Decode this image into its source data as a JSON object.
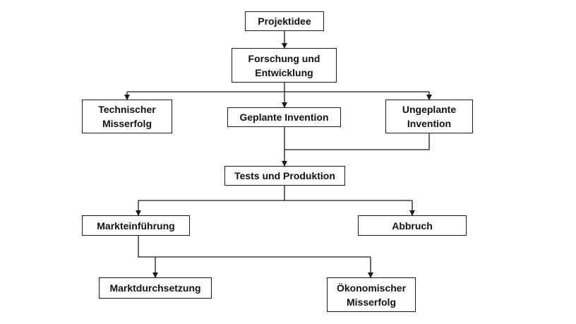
{
  "nodes": [
    {
      "id": "projektidee",
      "label": "Projektidee"
    },
    {
      "id": "forschung",
      "label": "Forschung und\nEntwicklung"
    },
    {
      "id": "technischer",
      "label": "Technischer\nMisserfolg"
    },
    {
      "id": "geplante",
      "label": "Geplante Invention"
    },
    {
      "id": "ungeplante",
      "label": "Ungeplante\nInvention"
    },
    {
      "id": "tests",
      "label": "Tests und Produktion"
    },
    {
      "id": "markteinfuehrung",
      "label": "Markteinführung"
    },
    {
      "id": "abbruch",
      "label": "Abbruch"
    },
    {
      "id": "marktdurchsetzung",
      "label": "Marktdurchsetzung"
    },
    {
      "id": "oekonomischer",
      "label": "Ökonomischer\nMisserfolg"
    }
  ],
  "edges": [
    {
      "from": "projektidee",
      "to": "forschung"
    },
    {
      "from": "forschung",
      "to": "technischer"
    },
    {
      "from": "forschung",
      "to": "geplante"
    },
    {
      "from": "forschung",
      "to": "ungeplante"
    },
    {
      "from": "geplante",
      "to": "tests"
    },
    {
      "from": "ungeplante",
      "to": "tests"
    },
    {
      "from": "tests",
      "to": "markteinfuehrung"
    },
    {
      "from": "tests",
      "to": "abbruch"
    },
    {
      "from": "markteinfuehrung",
      "to": "marktdurchsetzung"
    },
    {
      "from": "markteinfuehrung",
      "to": "oekonomischer"
    }
  ],
  "colors": {
    "line": "#1a1a1a",
    "box_border": "#1a1a1a",
    "text": "#111111"
  }
}
